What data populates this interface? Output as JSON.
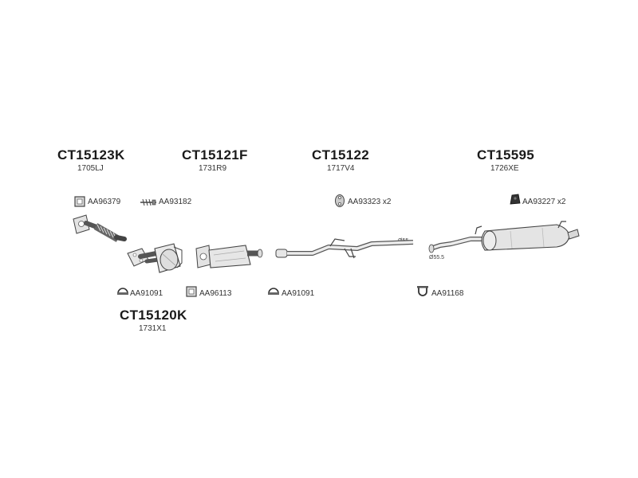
{
  "assemblies": [
    {
      "part": "CT15123K",
      "ref": "1705LJ"
    },
    {
      "part": "CT15121F",
      "ref": "1731R9"
    },
    {
      "part": "CT15122",
      "ref": "1717V4"
    },
    {
      "part": "CT15595",
      "ref": "1726XE"
    },
    {
      "part": "CT15120K",
      "ref": "1731X1"
    }
  ],
  "accessories": [
    {
      "code": "AA96379"
    },
    {
      "code": "AA93182"
    },
    {
      "code": "AA93323 x2"
    },
    {
      "code": "AA93227 x2"
    },
    {
      "code": "AA91091"
    },
    {
      "code": "AA96113"
    },
    {
      "code": "AA91091"
    },
    {
      "code": "AA91168"
    }
  ],
  "diameters": [
    "Ø55",
    "Ø55.5"
  ],
  "icons": [
    "gasket-square-icon",
    "bolt-spring-icon",
    "rubber-mount-icon",
    "hanger-block-icon",
    "clamp-icon",
    "gasket-square-icon",
    "clamp-icon",
    "u-clamp-icon"
  ],
  "colors": {
    "line": "#555555",
    "fill": "#e6e6e6",
    "dark": "#333333"
  }
}
